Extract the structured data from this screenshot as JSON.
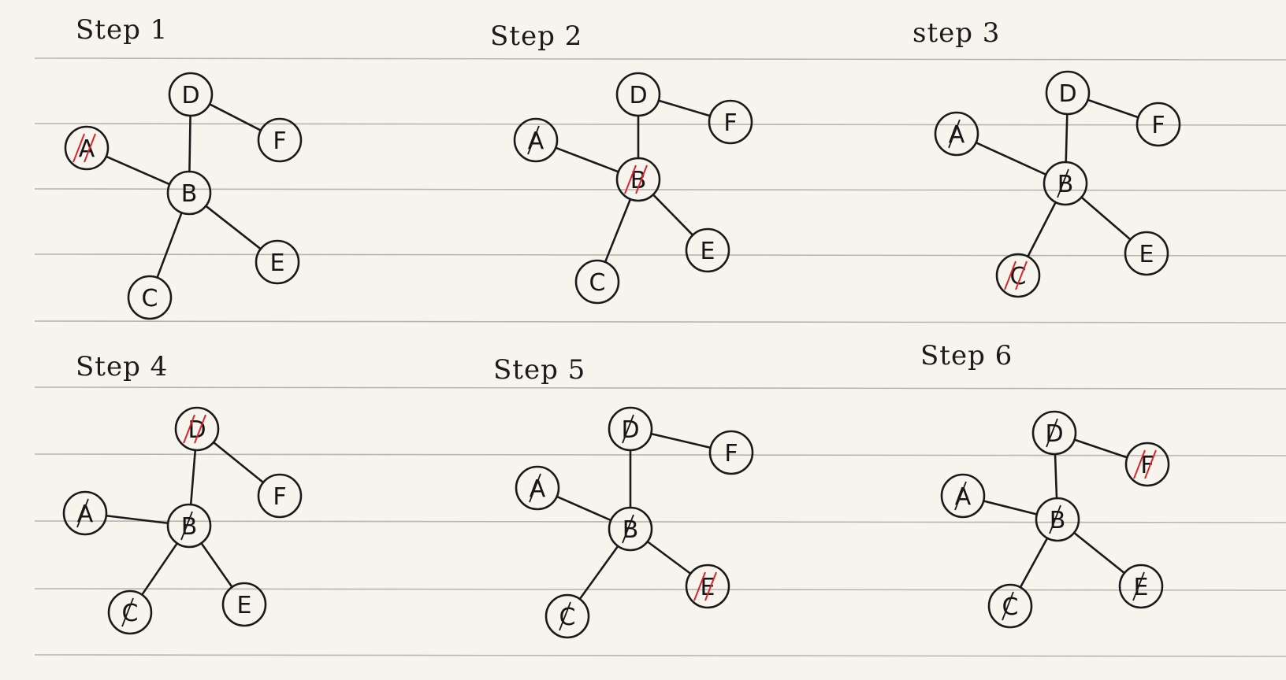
{
  "colors": {
    "paper": "#f7f4ee",
    "rule": "#b9b4ad",
    "ink": "#1a1a1a",
    "visited_current": "#d8262c",
    "visited_past": "#1a1a1a"
  },
  "graph": {
    "nodes": [
      "A",
      "B",
      "C",
      "D",
      "E",
      "F"
    ],
    "edges": [
      [
        "A",
        "B"
      ],
      [
        "B",
        "C"
      ],
      [
        "B",
        "D"
      ],
      [
        "B",
        "E"
      ],
      [
        "D",
        "F"
      ]
    ]
  },
  "steps": [
    {
      "label": "Step 1",
      "current": "A",
      "visited": [
        "A"
      ]
    },
    {
      "label": "Step 2",
      "current": "B",
      "visited": [
        "A",
        "B"
      ]
    },
    {
      "label": "step 3",
      "current": "C",
      "visited": [
        "A",
        "B",
        "C"
      ]
    },
    {
      "label": "Step 4",
      "current": "D",
      "visited": [
        "A",
        "B",
        "C",
        "D"
      ]
    },
    {
      "label": "Step 5",
      "current": "E",
      "visited": [
        "A",
        "B",
        "C",
        "D",
        "E"
      ]
    },
    {
      "label": "Step 6",
      "current": "F",
      "visited": [
        "A",
        "B",
        "C",
        "D",
        "E",
        "F"
      ]
    }
  ]
}
